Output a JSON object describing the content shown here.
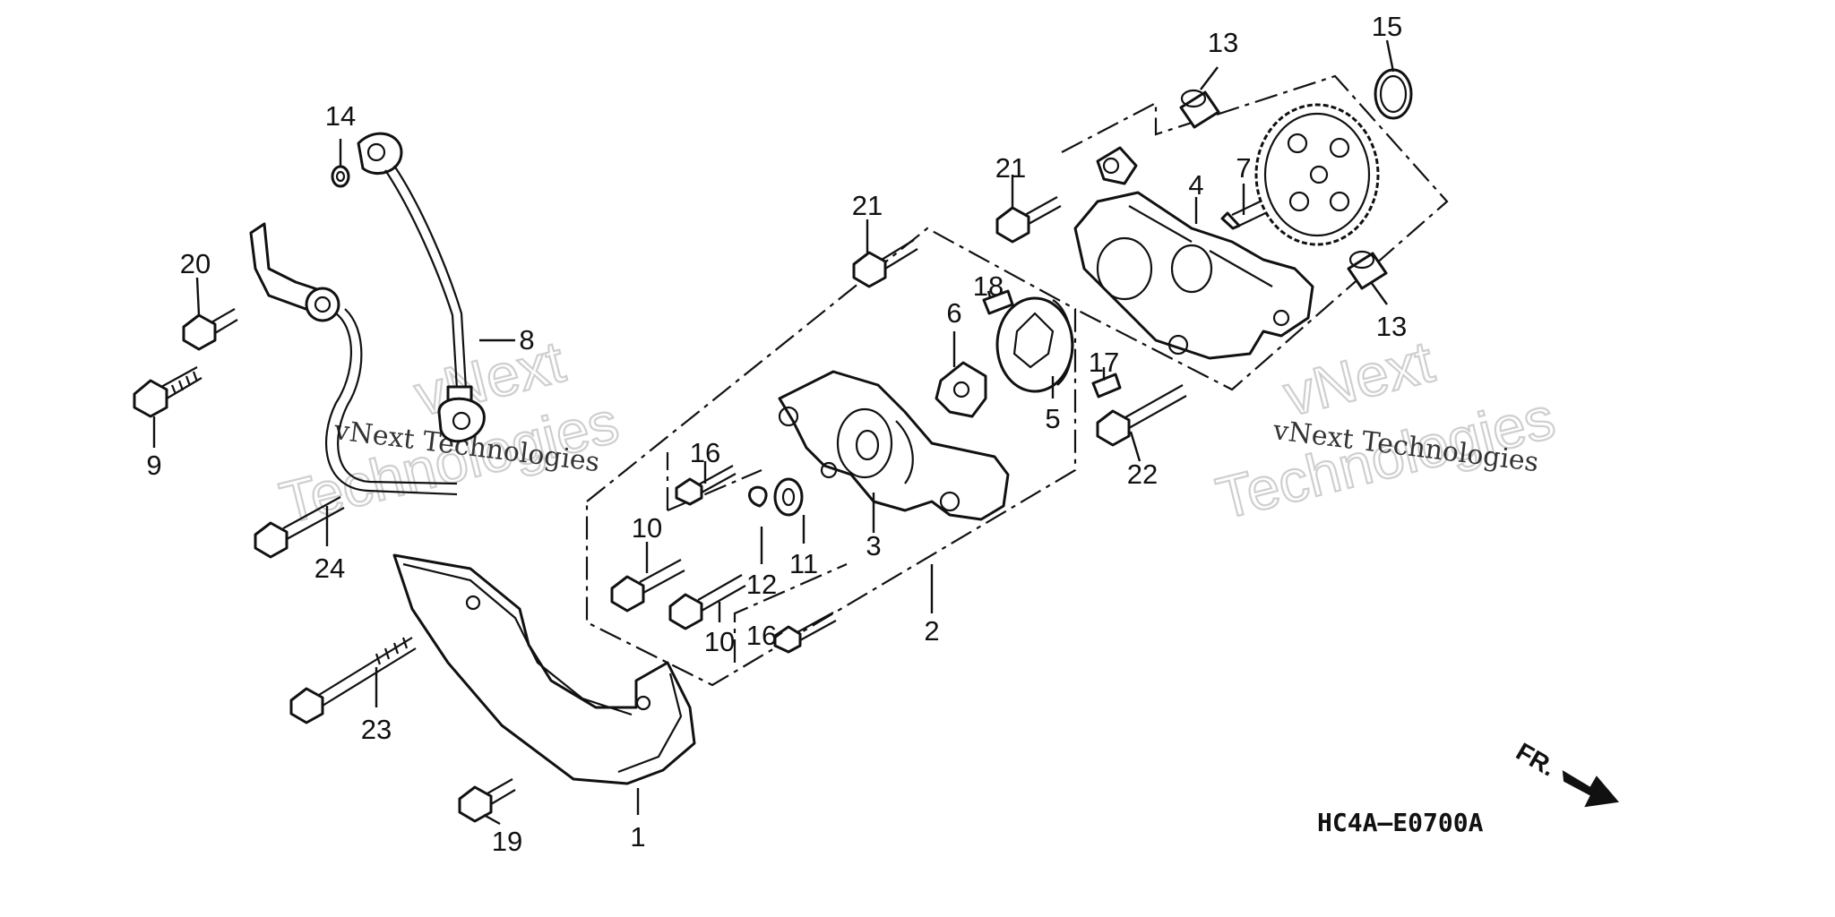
{
  "diagram": {
    "drawing_code": "HC4A–E0700A",
    "direction_label": "FR.",
    "watermarks": [
      "vNext Technologies",
      "vNext",
      "Technologies"
    ],
    "callouts": [
      {
        "id": "c1",
        "text": "1"
      },
      {
        "id": "c2",
        "text": "2"
      },
      {
        "id": "c3",
        "text": "3"
      },
      {
        "id": "c4",
        "text": "4"
      },
      {
        "id": "c5",
        "text": "5"
      },
      {
        "id": "c6",
        "text": "6"
      },
      {
        "id": "c7",
        "text": "7"
      },
      {
        "id": "c8",
        "text": "8"
      },
      {
        "id": "c9",
        "text": "9"
      },
      {
        "id": "c10a",
        "text": "10"
      },
      {
        "id": "c10b",
        "text": "10"
      },
      {
        "id": "c11",
        "text": "11"
      },
      {
        "id": "c12",
        "text": "12"
      },
      {
        "id": "c13a",
        "text": "13"
      },
      {
        "id": "c13b",
        "text": "13"
      },
      {
        "id": "c14",
        "text": "14"
      },
      {
        "id": "c15",
        "text": "15"
      },
      {
        "id": "c16a",
        "text": "16"
      },
      {
        "id": "c16b",
        "text": "16"
      },
      {
        "id": "c17",
        "text": "17"
      },
      {
        "id": "c18",
        "text": "18"
      },
      {
        "id": "c19",
        "text": "19"
      },
      {
        "id": "c20",
        "text": "20"
      },
      {
        "id": "c21a",
        "text": "21"
      },
      {
        "id": "c21b",
        "text": "21"
      },
      {
        "id": "c22",
        "text": "22"
      },
      {
        "id": "c23",
        "text": "23"
      },
      {
        "id": "c24",
        "text": "24"
      }
    ]
  }
}
